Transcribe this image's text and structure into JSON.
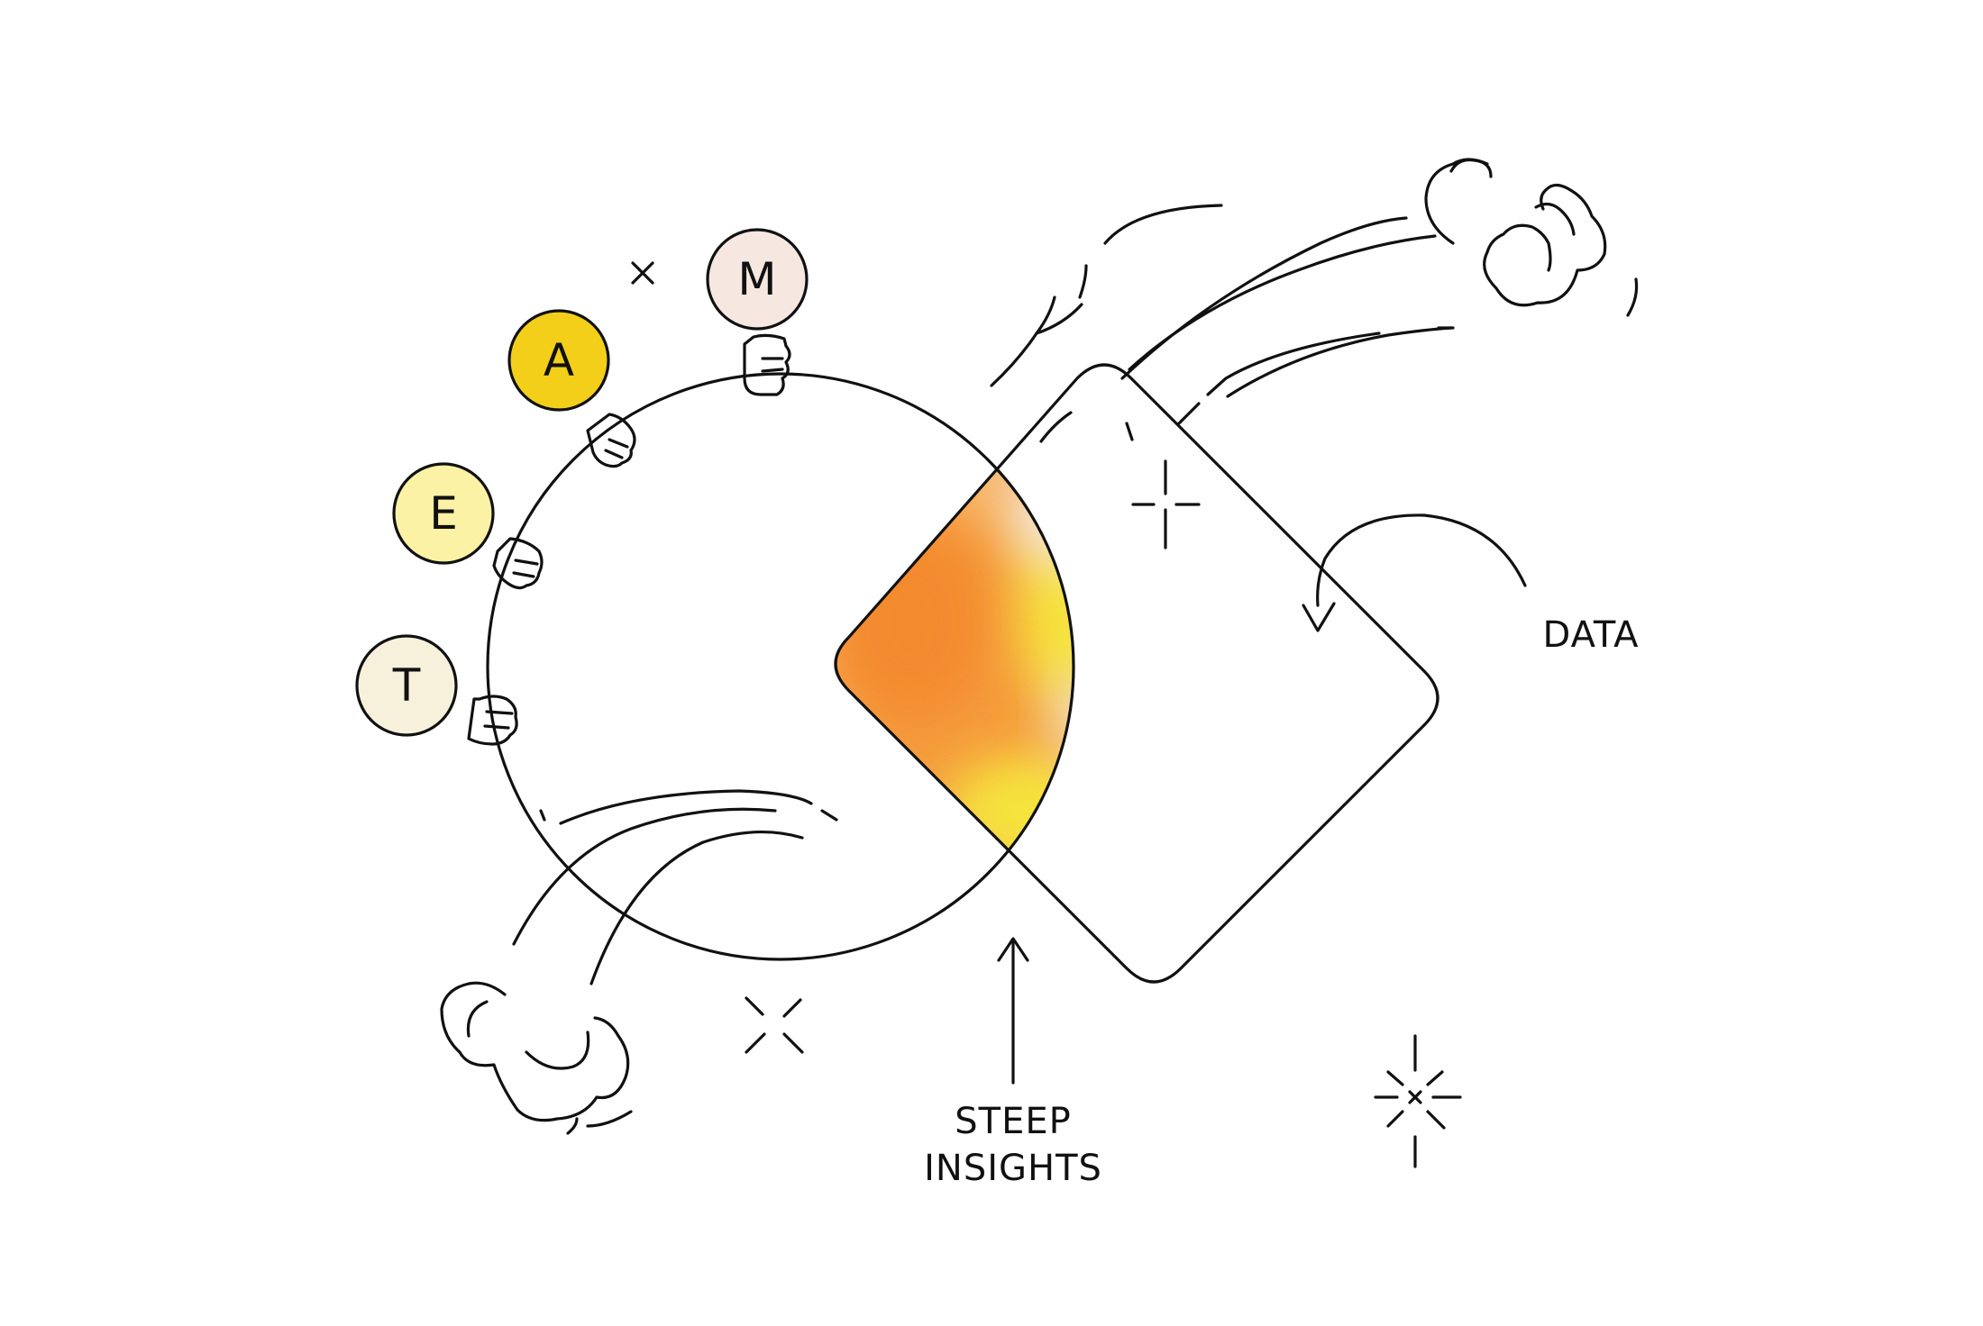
{
  "team_badges": [
    {
      "letter": "M",
      "color": "#f6e7e1"
    },
    {
      "letter": "A",
      "color": "#f3cf1a"
    },
    {
      "letter": "E",
      "color": "#fcf2a6"
    },
    {
      "letter": "T",
      "color": "#f7f1dc"
    }
  ],
  "labels": {
    "data": "DATA",
    "insights_line1": "STEEP",
    "insights_line2": "INSIGHTS"
  },
  "colors": {
    "ink": "#111111",
    "intersection_orange": "#f59b3c",
    "intersection_yellow": "#f6e43a"
  }
}
